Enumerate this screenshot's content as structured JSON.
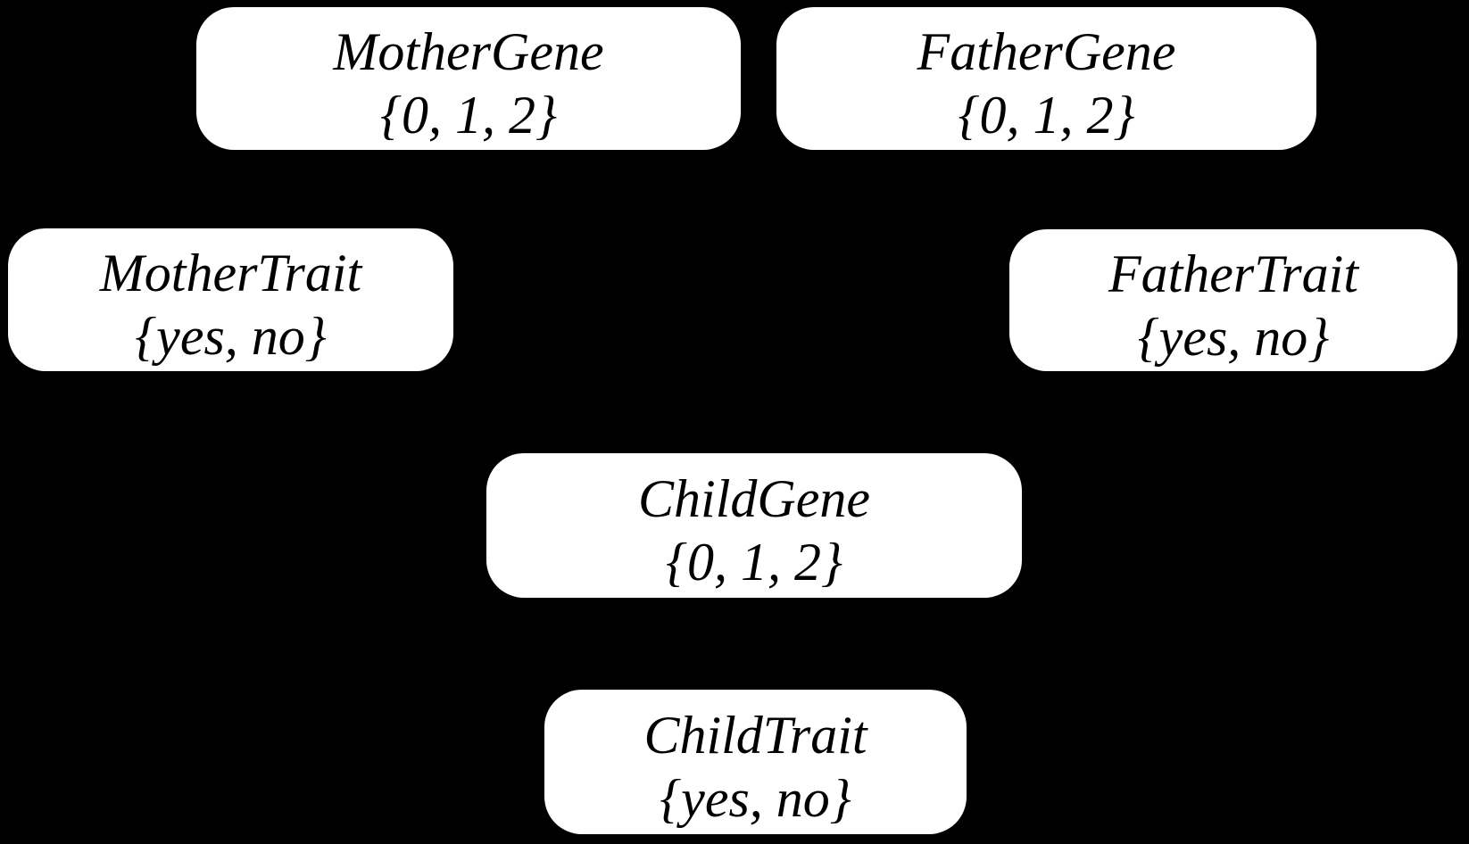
{
  "diagram": {
    "type": "bayesian-network",
    "colors": {
      "background": "#000000",
      "node_fill": "#ffffff",
      "node_text": "#000000"
    },
    "nodes": {
      "mother_gene": {
        "label": "MotherGene",
        "values": "{0, 1, 2}"
      },
      "father_gene": {
        "label": "FatherGene",
        "values": "{0, 1, 2}"
      },
      "mother_trait": {
        "label": "MotherTrait",
        "values": "{yes, no}"
      },
      "father_trait": {
        "label": "FatherTrait",
        "values": "{yes, no}"
      },
      "child_gene": {
        "label": "ChildGene",
        "values": "{0, 1, 2}"
      },
      "child_trait": {
        "label": "ChildTrait",
        "values": "{yes, no}"
      }
    }
  }
}
